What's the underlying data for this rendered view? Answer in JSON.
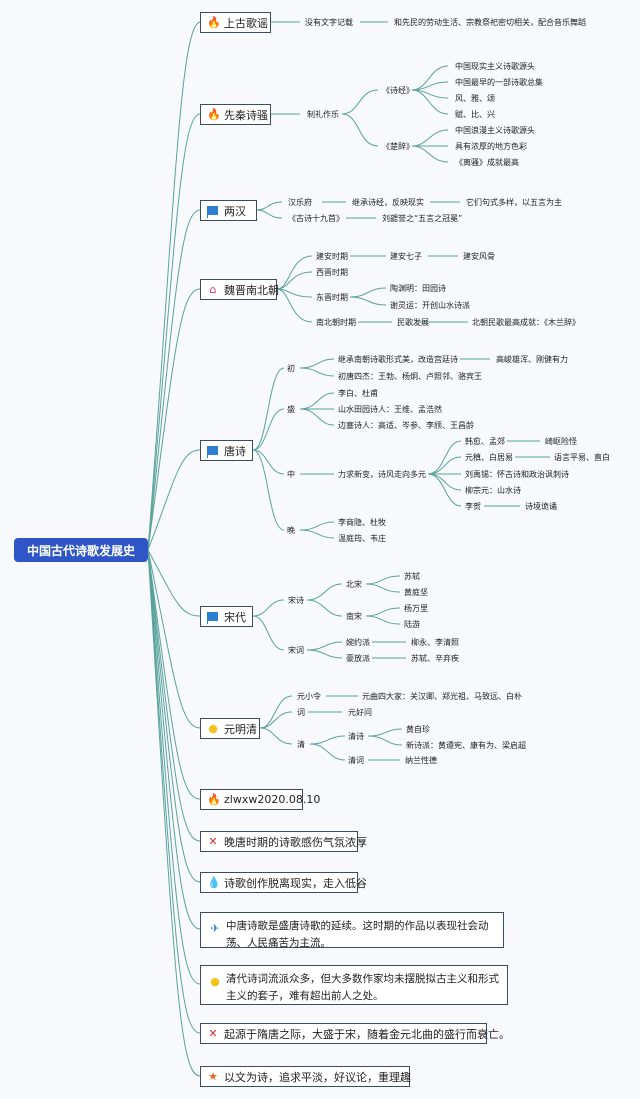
{
  "root": "中国古代诗歌发展史",
  "topics": {
    "shanggu": {
      "label": "上古歌谣",
      "icon": "fire-icon"
    },
    "xianqin": {
      "label": "先秦诗骚",
      "icon": "fire-icon"
    },
    "lianghan": {
      "label": "两汉",
      "icon": "flag-icon"
    },
    "weijin": {
      "label": "魏晋南北朝",
      "icon": "home-icon"
    },
    "tang": {
      "label": "唐诗",
      "icon": "flag-icon"
    },
    "song": {
      "label": "宋代",
      "icon": "flag-icon"
    },
    "yuanmingqing": {
      "label": "元明清",
      "icon": "bulb-icon"
    },
    "note1": {
      "label": "zlwxw2020.08.10",
      "icon": "fire-icon"
    },
    "note2": {
      "label": "晚唐时期的诗歌感伤气氛浓厚",
      "icon": "tools-icon"
    },
    "note3": {
      "label": "诗歌创作脱离现实，走入低谷",
      "icon": "drop-icon"
    },
    "note4": {
      "label": "中唐诗歌是盛唐诗歌的延续。这时期的作品以表现社会动荡、人民痛苦为主流。",
      "icon": "plane-icon"
    },
    "note5": {
      "label": "清代诗词流派众多，但大多数作家均未摆脱拟古主义和形式主义的套子，难有超出前人之处。",
      "icon": "bulb-icon"
    },
    "note6": {
      "label": "起源于隋唐之际，大盛于宋，随着金元北曲的盛行而衰亡。",
      "icon": "tools-icon"
    },
    "note7": {
      "label": "以文为诗，追求平淡，好议论，重理趣",
      "icon": "star-icon"
    }
  },
  "leaves": {
    "sg1": "没有文字记载",
    "sg2": "和先民的劳动生活、宗教祭祀密切相关，配合音乐舞蹈",
    "xq1": "制礼作乐",
    "xq2": "《诗经》",
    "xq3": "中国现实主义诗歌源头",
    "xq4": "中国最早的一部诗歌总集",
    "xq5": "风、雅、颂",
    "xq6": "赋、比、兴",
    "xq7": "《楚辞》",
    "xq8": "中国浪漫主义诗歌源头",
    "xq9": "具有浓厚的地方色彩",
    "xq10": "《离骚》成就最高",
    "lh1": "汉乐府",
    "lh2": "继承诗经，反映现实",
    "lh3": "它们句式多样，以五言为主",
    "lh4": "《古诗十九首》",
    "lh5": "刘勰誉之“五言之冠冕”",
    "wj1": "建安时期",
    "wj2": "建安七子",
    "wj3": "建安风骨",
    "wj4": "西晋时期",
    "wj5": "东晋时期",
    "wj6": "陶渊明：田园诗",
    "wj7": "谢灵运：开创山水诗派",
    "wj8": "南北朝时期",
    "wj9": "民歌发展",
    "wj10": "北朝民歌最高成就：《木兰辞》",
    "t1": "初",
    "t2": "继承南朝诗歌形式美，改造宫廷诗",
    "t3": "高峻雄浑、刚健有力",
    "t4": "初唐四杰：王勃、杨炯、卢照邻、骆宾王",
    "t5": "盛",
    "t6": "李白、杜甫",
    "t7": "山水田园诗人：王维、孟浩然",
    "t8": "边塞诗人：高适、岑参、李颀、王昌龄",
    "t9": "中",
    "t10": "力求新变，诗风走向多元",
    "t11": "韩愈、孟郊",
    "t12": "崎岖险怪",
    "t13": "元稹、白居易",
    "t14": "语言平易、直白",
    "t15": "刘禹锡：怀古诗和政治讽刺诗",
    "t16": "柳宗元：山水诗",
    "t17": "李贺",
    "t18": "诗境诡谲",
    "t19": "晚",
    "t20": "李商隐、杜牧",
    "t21": "温庭筠、韦庄",
    "s1": "宋诗",
    "s2": "北宋",
    "s3": "苏轼",
    "s4": "黄庭坚",
    "s5": "南宋",
    "s6": "杨万里",
    "s7": "陆游",
    "s8": "宋词",
    "s9": "婉约派",
    "s10": "柳永、李清照",
    "s11": "豪放派",
    "s12": "苏轼、辛弃疾",
    "y1": "元小令",
    "y2": "元曲四大家：关汉卿、郑光祖、马致远、白朴",
    "y3": "词",
    "y4": "元好问",
    "y5": "清",
    "y6": "清诗",
    "y7": "黄自珍",
    "y8": "新诗派：黄遵宪、康有为、梁启超",
    "y9": "清词",
    "y10": "纳兰性德"
  },
  "colors": {
    "root": "#2f56c7",
    "line": "#5aa39b",
    "fire": "#e0302b",
    "flag": "#2d7fd1",
    "bulb": "#f2c21d"
  }
}
